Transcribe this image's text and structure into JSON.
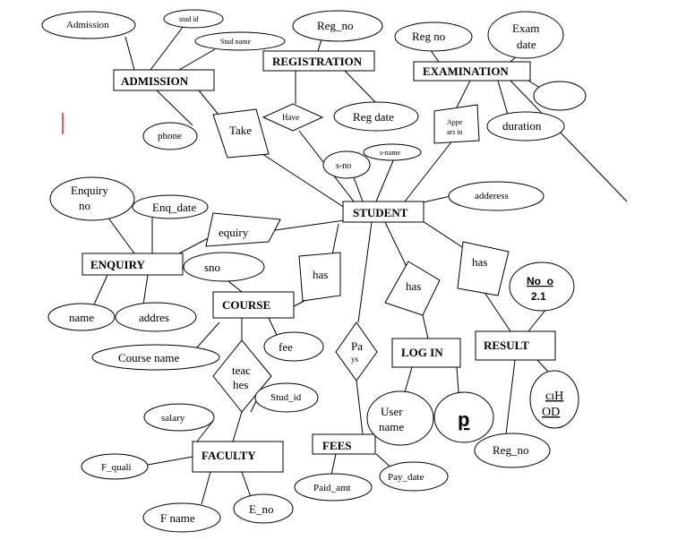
{
  "diagram": {
    "entities": {
      "admission": "ADMISSION",
      "registration": "REGISTRATION",
      "examination": "EXAMINATION",
      "student": "STUDENT",
      "enquiry": "ENQUIRY",
      "course": "COURSE",
      "login": "LOG IN",
      "result": "RESULT",
      "faculty": "FACULTY",
      "fees": "FEES"
    },
    "relationships": {
      "take": "Take",
      "have": "Have",
      "appears_in_1": "Appe",
      "appears_in_2": "ars in",
      "equiry": "equiry",
      "has_course": "has",
      "has_login": "has",
      "has_result": "has",
      "pays_1": "Pa",
      "pays_2": "ys",
      "teaches_1": "teac",
      "teaches_2": "hes"
    },
    "attributes": {
      "admission": "Admission",
      "stud_id_top": "stud id",
      "stud_name": "Stud name",
      "reg_no_registration": "Reg_no",
      "reg_no_examination": "Reg  no",
      "exam_date_1": "Exam",
      "exam_date_2": "date",
      "exam_blank": "",
      "duration": "duration",
      "reg_date": "Reg  date",
      "phone": "phone",
      "s_no": "s-no",
      "s_name": "s-name",
      "address": "adderess",
      "enquiry_no_1": "Enquiry",
      "enquiry_no_2": "no",
      "enq_date": "Enq_date",
      "sno": "sno",
      "name": "name",
      "addres": "addres",
      "course_name": "Course  name",
      "fee": "fee",
      "salary": "salary",
      "stud_id_fees": "Stud_id",
      "f_quali": "F_quali",
      "f_name": "F  name",
      "e_no": "E_no",
      "paid_amt": "Paid_amt",
      "pay_date": "Pay_date",
      "user_name_1": "User",
      "user_name_2": "name",
      "password": "p",
      "no_of_1": "No_o",
      "no_of_2": "2.1",
      "cgpa_1": "cıH",
      "cgpa_2": "OD",
      "reg_no_result": "Reg_no"
    }
  }
}
